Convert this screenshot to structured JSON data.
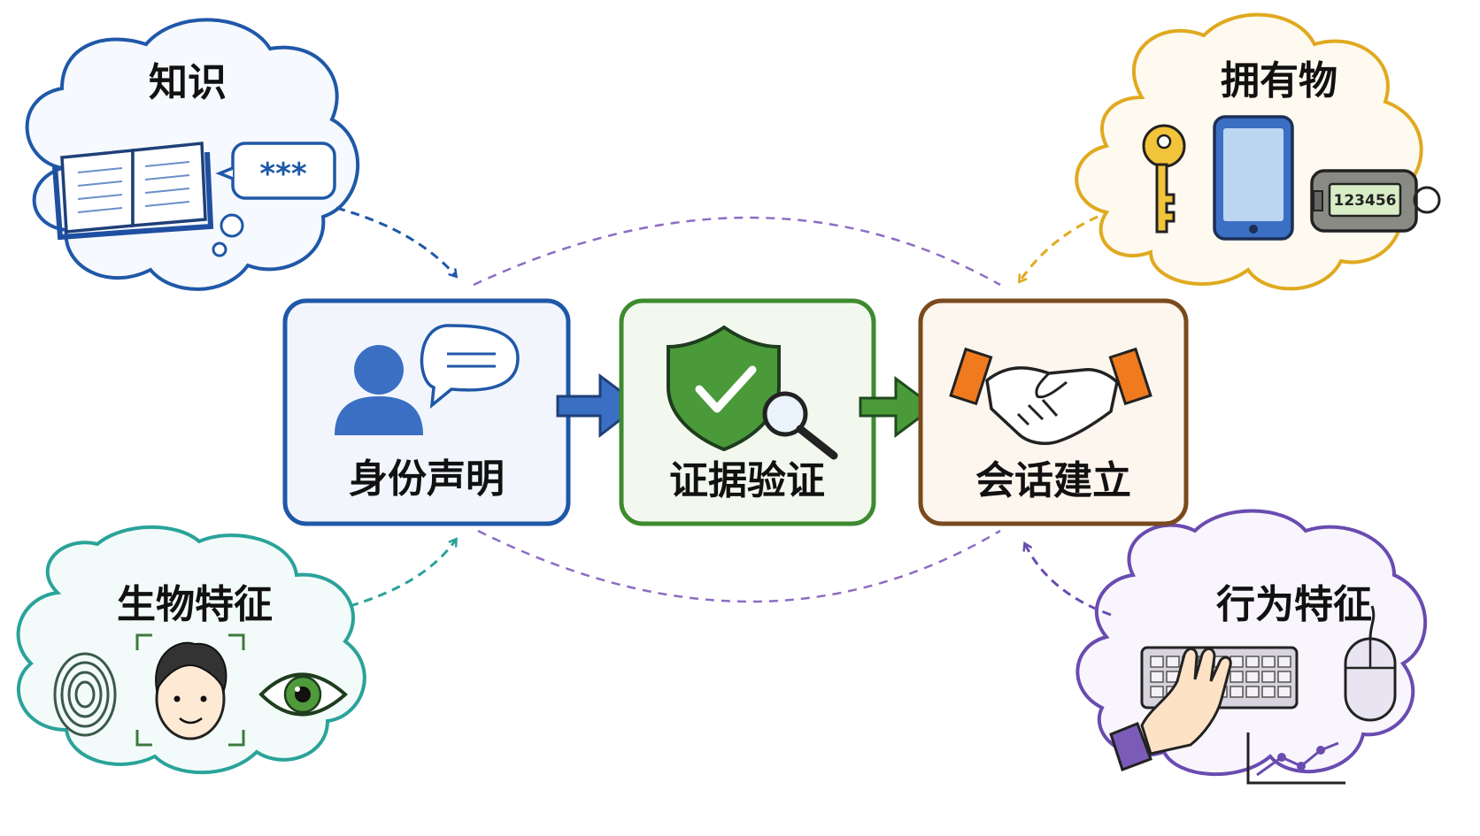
{
  "steps": [
    {
      "label": "身份声明",
      "color": "#1f58a8",
      "fill": "#f2f6fc"
    },
    {
      "label": "证据验证",
      "color": "#3e8a2f",
      "fill": "#f3f8ef"
    },
    {
      "label": "会话建立",
      "color": "#7a4a1e",
      "fill": "#fdf6ee"
    }
  ],
  "factors": [
    {
      "label": "知识",
      "color": "#1f58a8"
    },
    {
      "label": "拥有物",
      "color": "#e0a91f"
    },
    {
      "label": "生物特征",
      "color": "#2aa39a"
    },
    {
      "label": "行为特征",
      "color": "#6a4bb0"
    }
  ],
  "icons": {
    "password_mask": "***",
    "token_code": "123456"
  },
  "colors": {
    "flow_arrow_1": "#3a6fc4",
    "flow_arrow_2": "#4b9a3a",
    "orbit_dashes": "#8c6cc4",
    "handshake_cuff": "#f07a1e",
    "shield": "#4a9a3a"
  }
}
